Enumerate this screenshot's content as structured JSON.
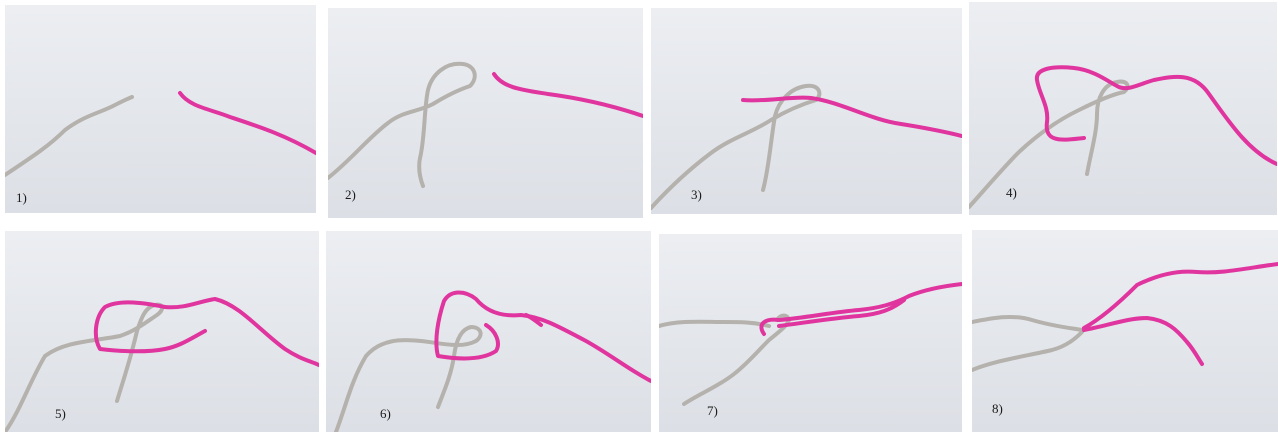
{
  "steps": [
    {
      "label": "1)"
    },
    {
      "label": "2)"
    },
    {
      "label": "3)"
    },
    {
      "label": "4)"
    },
    {
      "label": "5)"
    },
    {
      "label": "6)"
    },
    {
      "label": "7)"
    },
    {
      "label": "8)"
    }
  ],
  "colors": {
    "gray_cord": "#b5b2ad",
    "pink_cord": "#e0359f",
    "background": "#e6e8ed"
  }
}
